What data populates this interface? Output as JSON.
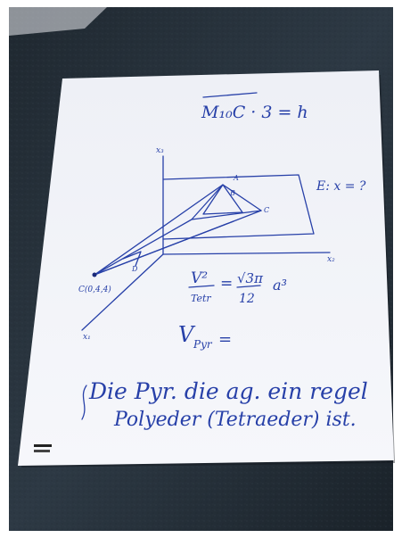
{
  "photo": {
    "subject": "handwritten math note on paper",
    "notes": {
      "top_formula": "M₁₀C · 3 = h",
      "right_formula": "E: x = ?",
      "ratio_left": "V²",
      "ratio_left_den": "Tetr",
      "ratio_right": "√3π",
      "ratio_right_den": "12",
      "ratio_exp": "a³",
      "volume_label": "V",
      "volume_sub": "Pyr",
      "volume_eq": "=",
      "sentence_line1": "Die Pyr. die ag. ein regel",
      "sentence_line2": "Polyeder (Tetraeder) ist.",
      "axis_label_top": "x₃",
      "axis_label_right": "x₂",
      "axis_label_bottom": "x₁",
      "point_label": "C(0,4,4)",
      "point_a": "A",
      "point_b": "B",
      "point_c": "C",
      "point_d": "D"
    },
    "colors": {
      "table": "#27313a",
      "paper": "#f2f3f7",
      "ink": "#2740a8",
      "paper_shadow": "#cfd3df"
    }
  }
}
